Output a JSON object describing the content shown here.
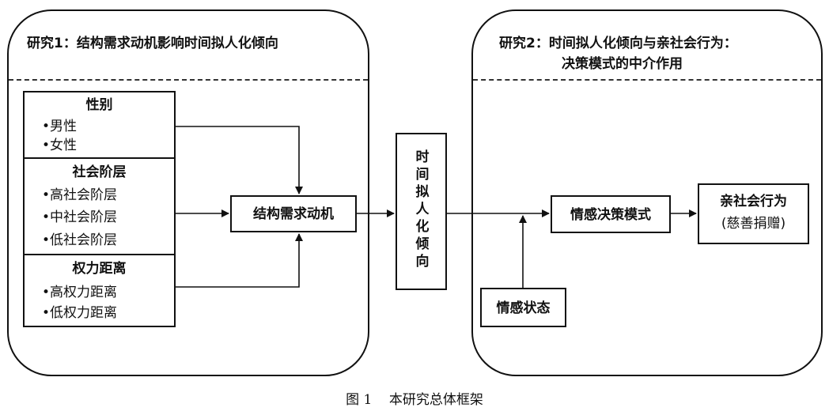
{
  "study1": {
    "title": "研究1：结构需求动机影响时间拟人化倾向",
    "factors": [
      {
        "header": "性别",
        "items": [
          "男性",
          "女性"
        ]
      },
      {
        "header": "社会阶层",
        "items": [
          "高社会阶层",
          "中社会阶层",
          "低社会阶层"
        ]
      },
      {
        "header": "权力距离",
        "items": [
          "高权力距离",
          "低权力距离"
        ]
      }
    ],
    "mediator": "结构需求动机"
  },
  "center_node": "时间拟人化倾向",
  "study2": {
    "title_line1": "研究2：时间拟人化倾向与亲社会行为：",
    "title_line2": "决策模式的中介作用",
    "decision_mode": "情感决策模式",
    "emotion_state": "情感状态",
    "outcome_line1": "亲社会行为",
    "outcome_line2": "(慈善捐赠)"
  },
  "bullet": "•",
  "caption": "图 1    本研究总体框架"
}
